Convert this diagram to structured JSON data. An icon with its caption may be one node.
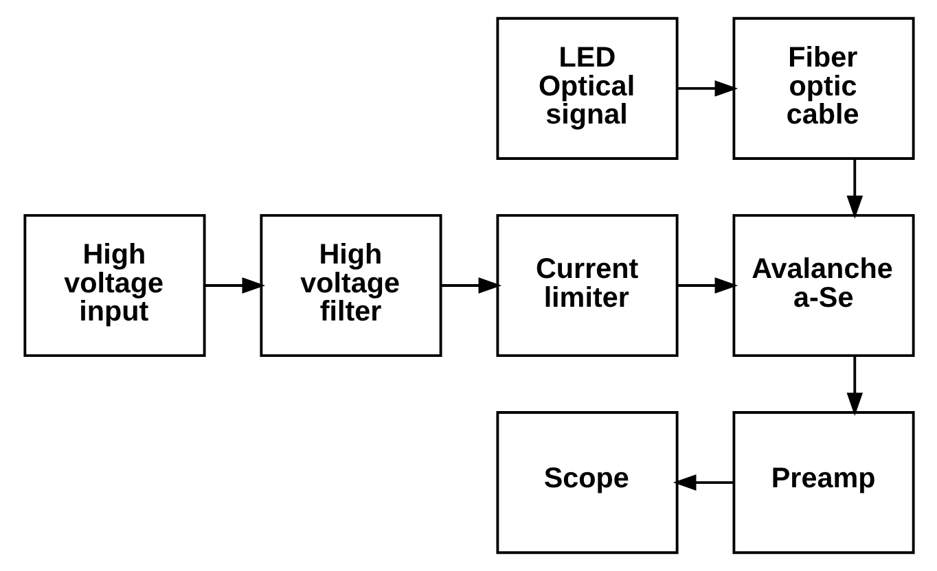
{
  "diagram": {
    "nodes": [
      {
        "text": [
          "LED Optical signal"
        ]
      },
      {
        "text": [
          "Fiber optic cable"
        ]
      },
      {
        "text": [
          "High voltage input"
        ]
      },
      {
        "text": [
          "High voltage filter"
        ]
      },
      {
        "text": [
          "Current limiter"
        ]
      },
      {
        "text": [
          "Avalanche a-Se"
        ]
      },
      {
        "text": [
          "Scope"
        ]
      },
      {
        "text": [
          "Preamp"
        ]
      }
    ],
    "edges": [
      {
        "from": 0,
        "to": 1,
        "arrow": "to"
      },
      {
        "from": 1,
        "to": 5,
        "arrow": "to"
      },
      {
        "from": 2,
        "to": 3,
        "arrow": "to"
      },
      {
        "from": 3,
        "to": 4,
        "arrow": "to"
      },
      {
        "from": 4,
        "to": 5,
        "arrow": "to"
      },
      {
        "from": 5,
        "to": 7,
        "arrow": "to"
      },
      {
        "from": 7,
        "to": 6,
        "arrow": "to"
      }
    ]
  }
}
